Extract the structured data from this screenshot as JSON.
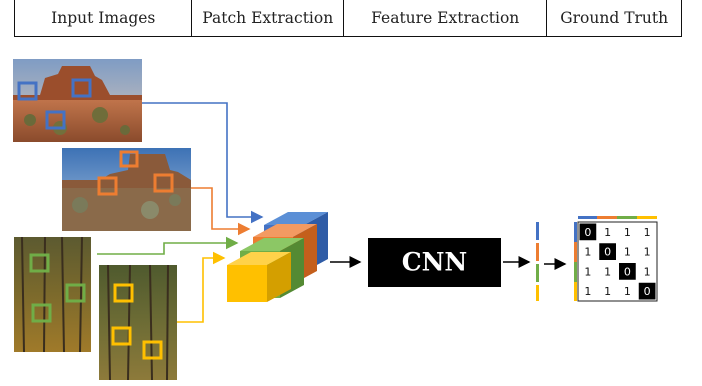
{
  "header": {
    "columns": [
      "Input Images",
      "Patch Extraction",
      "Feature Extraction",
      "Ground Truth"
    ]
  },
  "colors": {
    "blue": "#4472c4",
    "orange": "#ed7d31",
    "green": "#70ad47",
    "yellow": "#ffc000",
    "cnn_box": "#000000"
  },
  "images": [
    {
      "name": "desert-butte-photo",
      "patch_color": "blue"
    },
    {
      "name": "desert-mesa-photo",
      "patch_color": "orange"
    },
    {
      "name": "forest-photo-1",
      "patch_color": "green"
    },
    {
      "name": "forest-photo-2",
      "patch_color": "yellow"
    }
  ],
  "cnn": {
    "label": "CNN"
  },
  "ground_truth": {
    "matrix": [
      [
        "0",
        "1",
        "1",
        "1"
      ],
      [
        "1",
        "0",
        "1",
        "1"
      ],
      [
        "1",
        "1",
        "0",
        "1"
      ],
      [
        "1",
        "1",
        "1",
        "0"
      ]
    ]
  }
}
